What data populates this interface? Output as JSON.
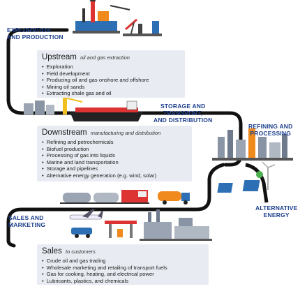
{
  "stages": {
    "exploration": "EXPLORATION\nAND PRODUCTION",
    "storage": "STORAGE AND\nTRANSPORT,\nAND DISTRIBUTION",
    "refining": "REFINING AND\nPROCESSING",
    "alternative": "ALTERNATIVE\nENERGY",
    "sales": "SALES AND\nMARKETING"
  },
  "upstream": {
    "title": "Upstream",
    "subtitle": "oil and gas extraction",
    "items": [
      "Exploration",
      "Field development",
      "Producing oil and gas onshore and offshore",
      "Mining oil sands",
      "Extracting shale gas and oil"
    ]
  },
  "downstream": {
    "title": "Downstream",
    "subtitle": "manufacturing and distribution",
    "items": [
      "Refining and petrochemicals",
      "Biofuel production",
      "Processing of gas into liquids",
      "Marine and land transportation",
      "Storage and pipelines",
      "Alternative energy generation (e.g. wind, solar)"
    ]
  },
  "sales": {
    "title": "Sales",
    "subtitle": "to customers",
    "items": [
      "Crude oil and gas trading",
      "Wholesale marketing and retailing of transport fuels",
      "Gas for cooking, heating, and electrical power",
      "Lubricants, plastics, and chemicals"
    ]
  },
  "colors": {
    "track": "#111111",
    "label": "#1d3f8c",
    "panel": "#e8ecf2",
    "accent_orange": "#f08a1c",
    "accent_blue": "#2c6fb5"
  }
}
